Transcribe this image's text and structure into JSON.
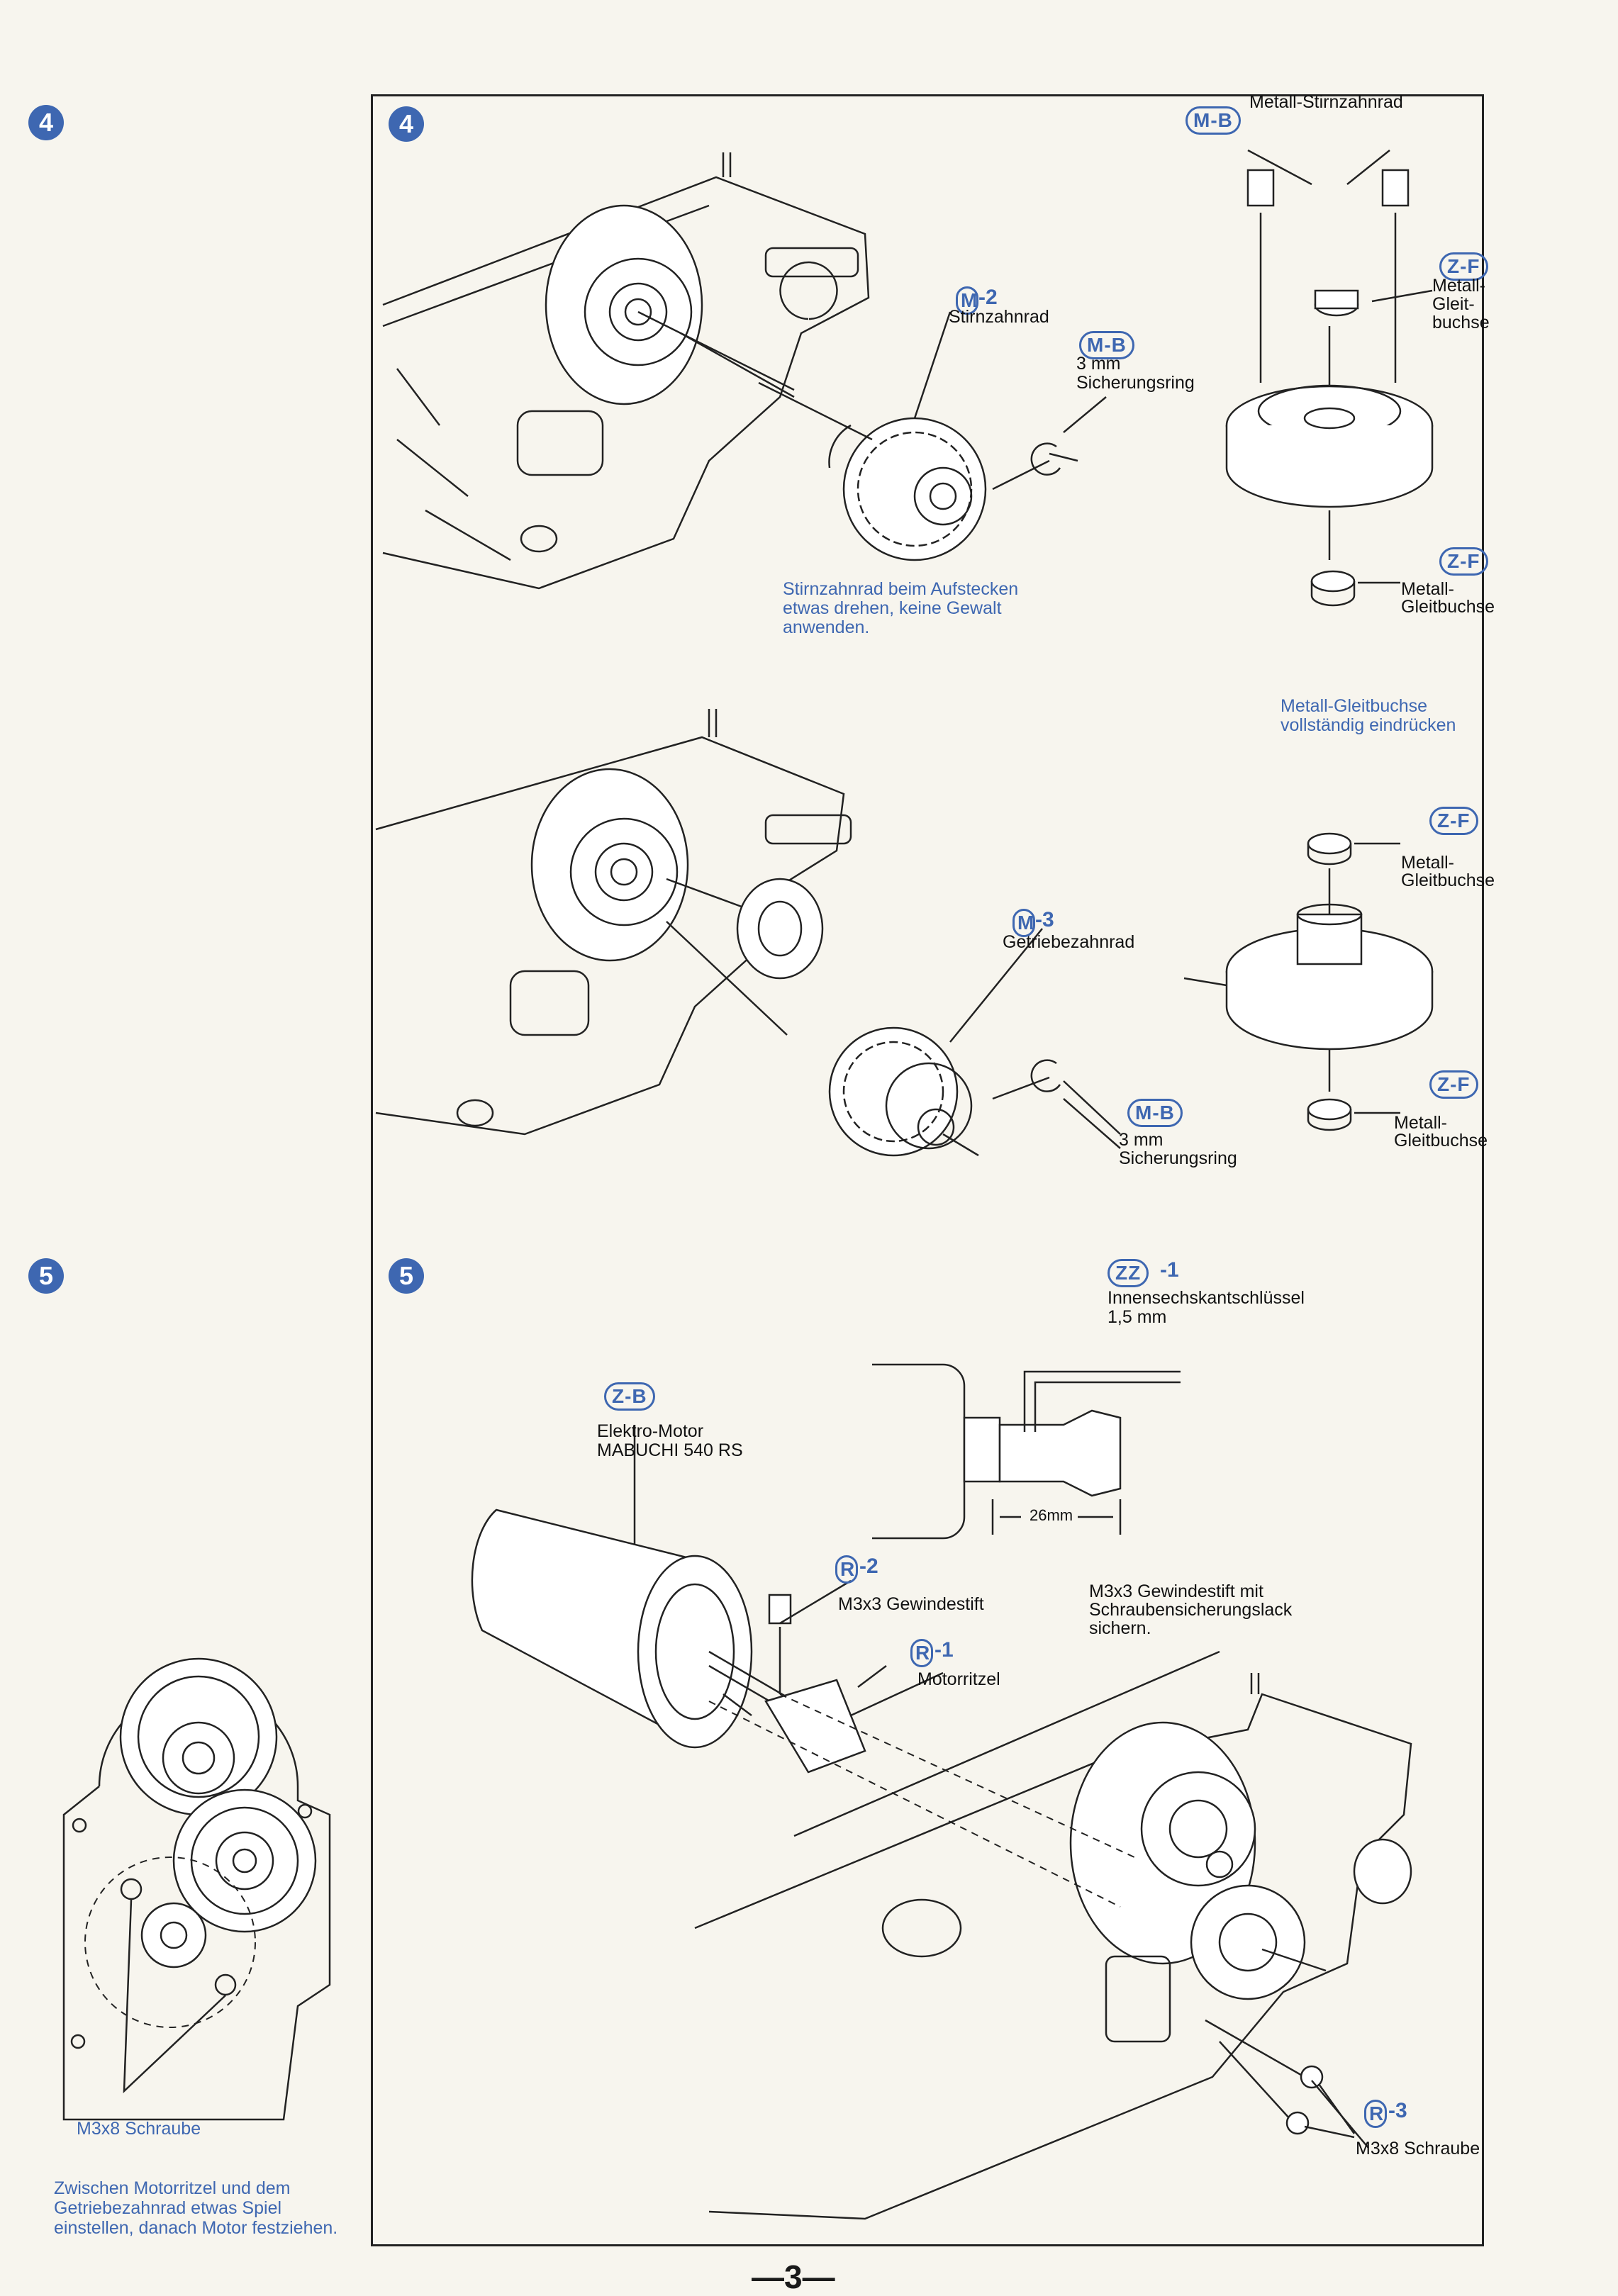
{
  "page_number": "—3—",
  "side_panel": {
    "step4": "4",
    "step5": "5",
    "screw_label": "M3x8 Schraube",
    "note": "Zwischen Motorritzel und dem Getriebezahnrad etwas Spiel einstellen, danach Motor festziehen."
  },
  "step4": {
    "number": "4",
    "upper": {
      "mb_top_code": "M-B",
      "mb_top_label": "Metall-Stirnzahnrad",
      "m2_code": "M",
      "m2_num": "-2",
      "m2_label": "Stirnzahnrad",
      "mb_ring_code": "M-B",
      "mb_ring_label1": "3 mm",
      "mb_ring_label2": "Sicherungsring",
      "zf1_code": "Z-F",
      "zf1_label1": "Metall-",
      "zf1_label2": "Gleit-",
      "zf1_label3": "buchse",
      "zf2_code": "Z-F",
      "zf2_label1": "Metall-",
      "zf2_label2": "Gleitbuchse",
      "note1": "Stirnzahnrad beim Aufstecken",
      "note2": "etwas drehen, keine Gewalt",
      "note3": "anwenden.",
      "note_bushing1": "Metall-Gleitbuchse",
      "note_bushing2": "vollständig eindrücken"
    },
    "lower": {
      "zf3_code": "Z-F",
      "zf3_label1": "Metall-",
      "zf3_label2": "Gleitbuchse",
      "m3_code": "M",
      "m3_num": "-3",
      "m3_label": "Getriebezahnrad",
      "mb_code": "M-B",
      "mb_label1": "3 mm",
      "mb_label2": "Sicherungsring",
      "zf4_code": "Z-F",
      "zf4_label1": "Metall-",
      "zf4_label2": "Gleitbuchse"
    }
  },
  "step5": {
    "number": "5",
    "zz_code": "ZZ",
    "zz_num": "-1",
    "zz_label1": "Innensechskantschlüssel",
    "zz_label2": "1,5 mm",
    "zb_code": "Z-B",
    "zb_label1": "Elektro-Motor",
    "zb_label2": "MABUCHI 540 RS",
    "dim": "26mm",
    "r2_code": "R",
    "r2_num": "-2",
    "r2_label": "M3x3 Gewindestift",
    "r1_code": "R",
    "r1_num": "-1",
    "r1_label": "Motorritzel",
    "note1": "M3x3 Gewindestift mit",
    "note2": "Schraubensicherungslack",
    "note3": "sichern.",
    "r3_code": "R",
    "r3_num": "-3",
    "r3_label": "M3x8 Schraube"
  }
}
